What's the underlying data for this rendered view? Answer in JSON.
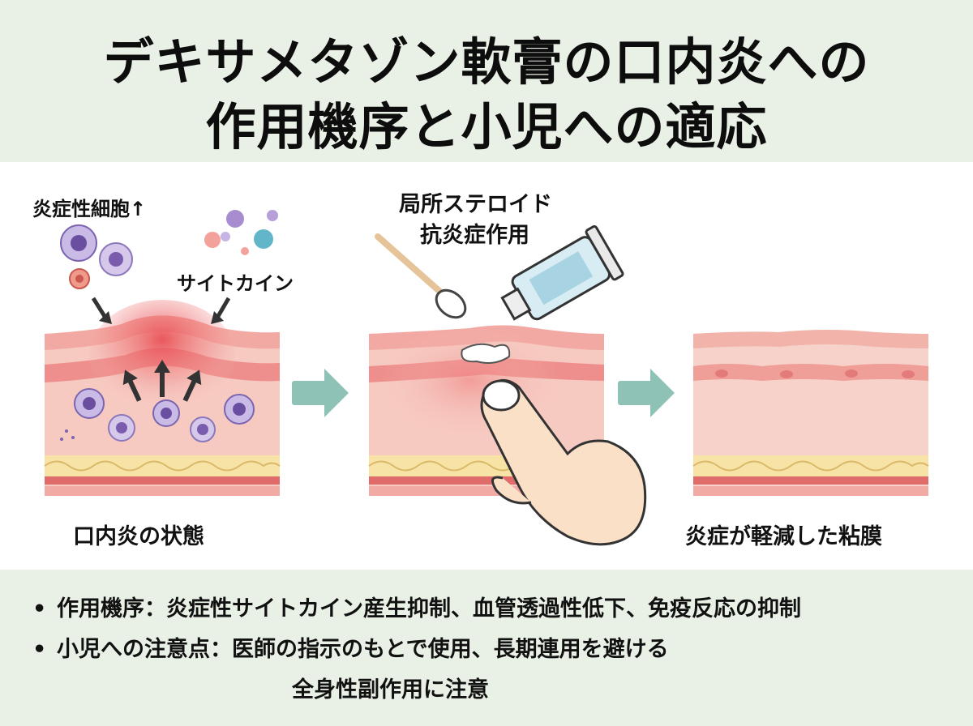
{
  "title": {
    "line1": "デキサメタゾン軟膏の口内炎への",
    "line2": "作用機序と小児への適応"
  },
  "panel1": {
    "label_cells": "炎症性細胞↑",
    "label_cytokine": "サイトカイン",
    "caption": "口内炎の状態"
  },
  "panel2": {
    "label_line1": "局所ステロイド",
    "label_line2": "抗炎症作用"
  },
  "panel3": {
    "caption": "炎症が軽減した粘膜"
  },
  "bullets": [
    {
      "symbol": "•",
      "text": "作用機序：炎症性サイトカイン産生抑制、血管透過性低下、免疫反応の抑制"
    },
    {
      "symbol": "•",
      "text": "小児への注意点：医師の指示のもとで使用、長期連用を避ける"
    },
    {
      "symbol": "",
      "text": "全身性副作用に注意"
    }
  ],
  "colors": {
    "header_bg": "#e9f1e6",
    "tissue_pink": "#f6c9c1",
    "inflammation_red": "#e2484d",
    "arrow_teal": "#8fc2b6",
    "cell_purple": "#b9a6d6"
  }
}
